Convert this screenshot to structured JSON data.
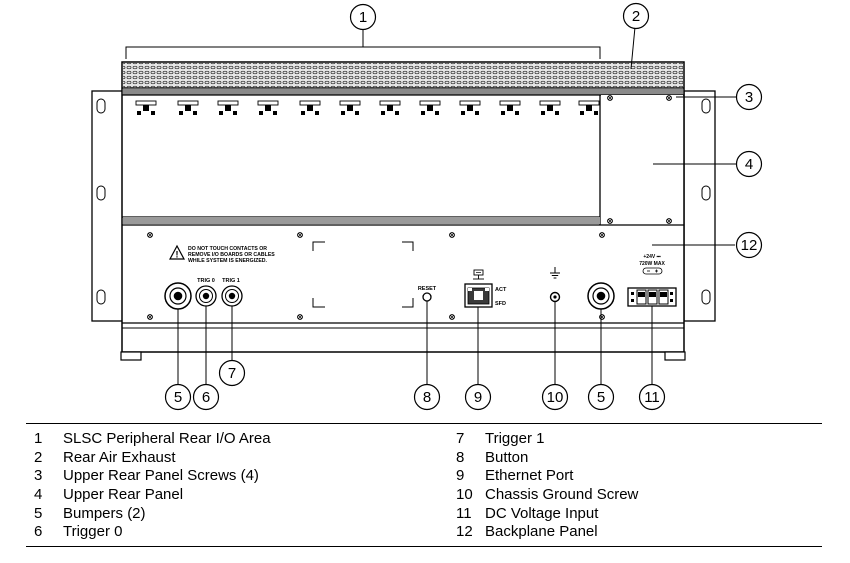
{
  "panel": {
    "warning_lines": [
      "DO NOT TOUCH CONTACTS OR",
      "REMOVE I/O BOARDS OR CABLES",
      "WHILE SYSTEM IS ENERGIZED."
    ],
    "trig0_label": "TRIG 0",
    "trig1_label": "TRIG 1",
    "reset_label": "RESET",
    "act_label": "ACT",
    "sfd_label": "SFD",
    "dc_label_1": "+24V ⎓",
    "dc_label_2": "720W MAX"
  },
  "callouts": [
    {
      "id": "callout-1",
      "label": "1"
    },
    {
      "id": "callout-2",
      "label": "2"
    },
    {
      "id": "callout-3",
      "label": "3"
    },
    {
      "id": "callout-4",
      "label": "4"
    },
    {
      "id": "callout-12",
      "label": "12"
    },
    {
      "id": "callout-5-left",
      "label": "5"
    },
    {
      "id": "callout-6",
      "label": "6"
    },
    {
      "id": "callout-7",
      "label": "7"
    },
    {
      "id": "callout-8",
      "label": "8"
    },
    {
      "id": "callout-9",
      "label": "9"
    },
    {
      "id": "callout-10",
      "label": "10"
    },
    {
      "id": "callout-5-right",
      "label": "5"
    },
    {
      "id": "callout-11",
      "label": "11"
    }
  ],
  "legend": {
    "left": [
      {
        "num": "1",
        "text": "SLSC Peripheral Rear I/O Area"
      },
      {
        "num": "2",
        "text": "Rear Air Exhaust"
      },
      {
        "num": "3",
        "text": "Upper Rear Panel Screws (4)"
      },
      {
        "num": "4",
        "text": "Upper Rear Panel"
      },
      {
        "num": "5",
        "text": "Bumpers (2)"
      },
      {
        "num": "6",
        "text": "Trigger 0"
      }
    ],
    "right": [
      {
        "num": "7",
        "text": "Trigger 1"
      },
      {
        "num": "8",
        "text": "Button"
      },
      {
        "num": "9",
        "text": "Ethernet Port"
      },
      {
        "num": "10",
        "text": "Chassis Ground Screw"
      },
      {
        "num": "11",
        "text": "DC Voltage Input"
      },
      {
        "num": "12",
        "text": "Backplane Panel"
      }
    ]
  }
}
